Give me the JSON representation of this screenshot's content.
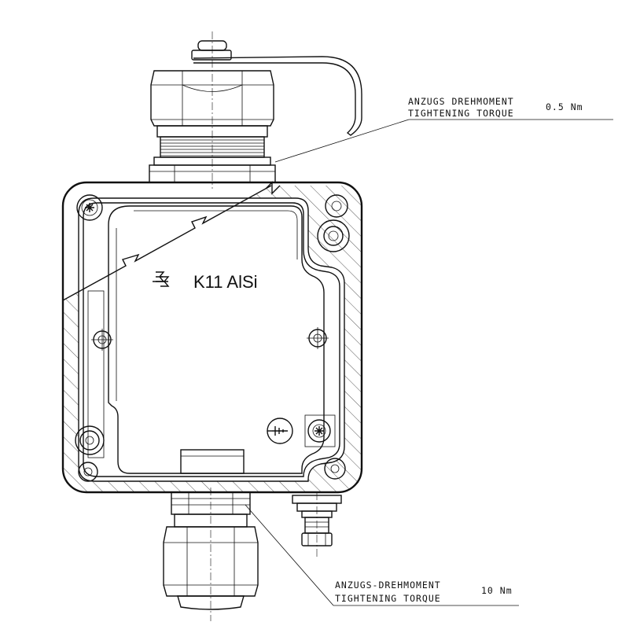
{
  "model_label": "K11 AlSi",
  "annotations": {
    "top": {
      "line1": "ANZUGS DREHMOMENT",
      "line2": "TIGHTENING TORQUE",
      "value": "0.5 Nm"
    },
    "bottom": {
      "line1": "ANZUGS-DREHMOMENT",
      "line2": "TIGHTENING TORQUE",
      "value": "10 Nm"
    }
  }
}
